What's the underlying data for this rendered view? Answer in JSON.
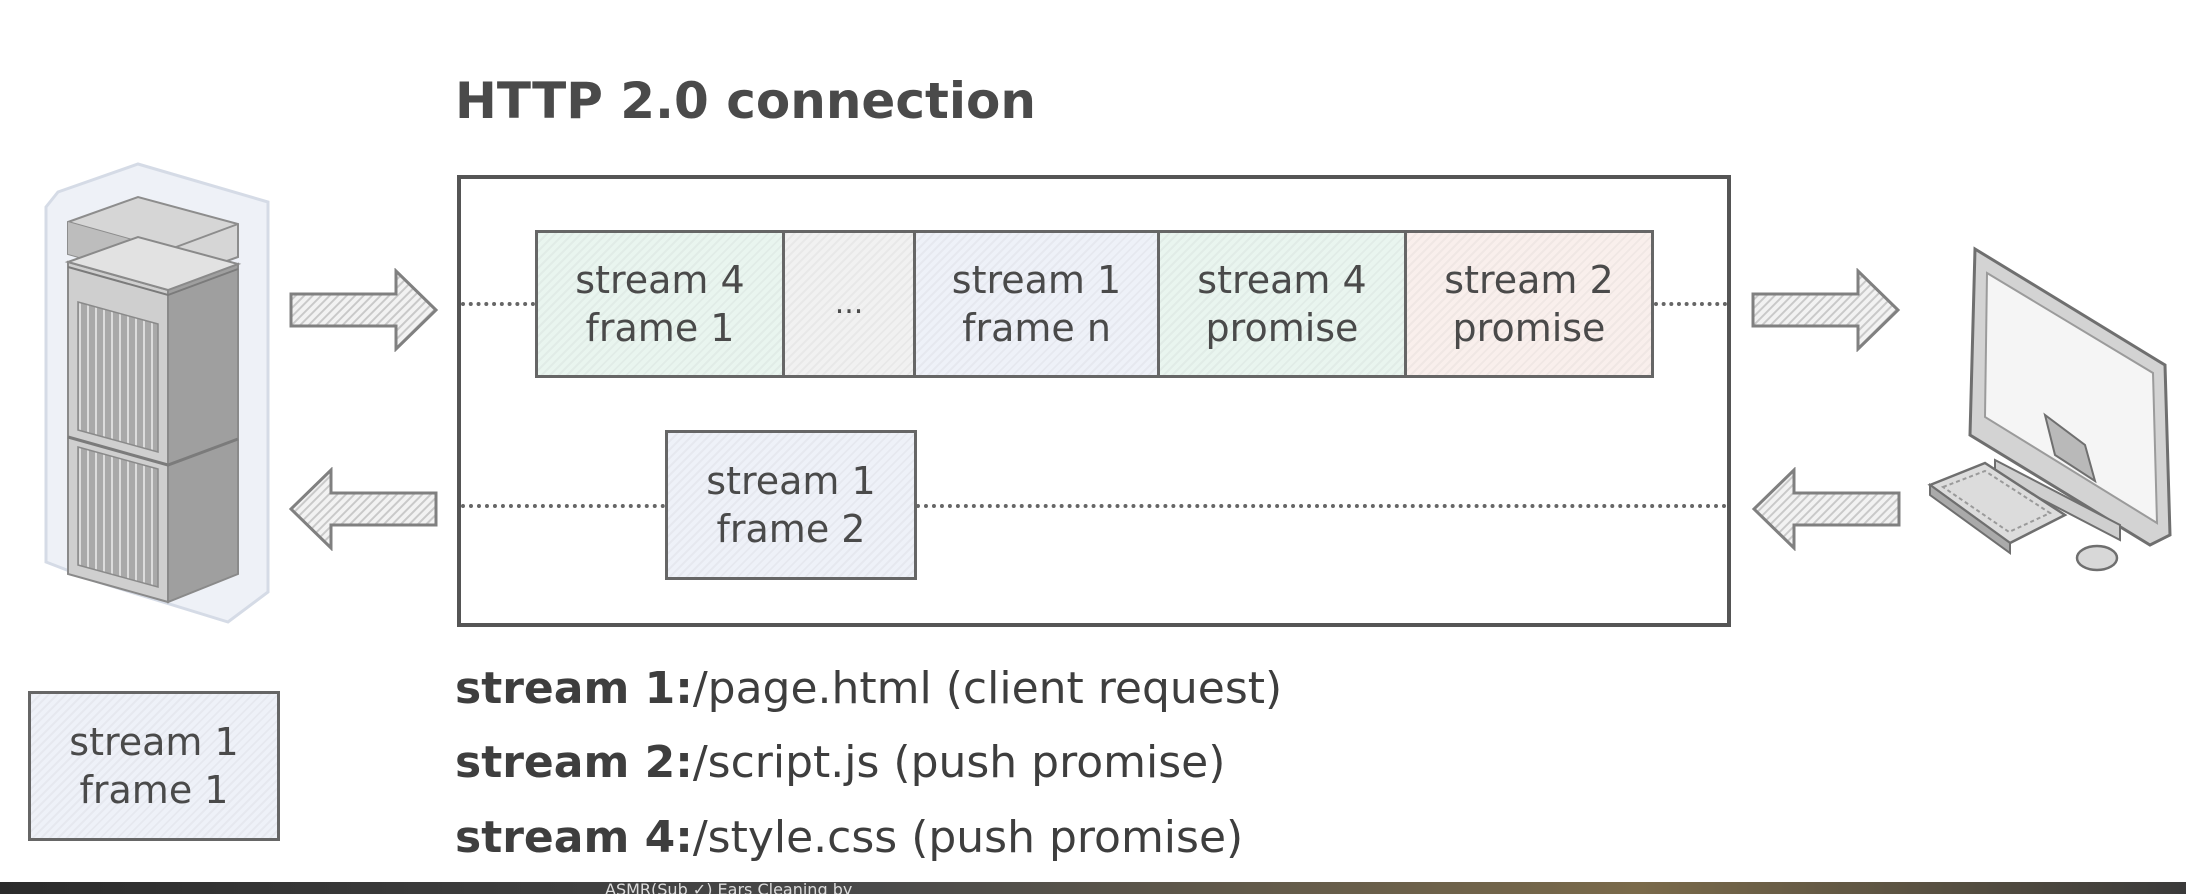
{
  "diagram": {
    "title": "HTTP 2.0 connection",
    "top_row_frames": [
      {
        "line1": "stream 4",
        "line2": "frame 1",
        "fill": "#e9f5ef"
      },
      {
        "line1": "...",
        "line2": "",
        "fill": "#f1f1f1"
      },
      {
        "line1": "stream 1",
        "line2": "frame n",
        "fill": "#eef1f8"
      },
      {
        "line1": "stream 4",
        "line2": "promise",
        "fill": "#e9f5ef"
      },
      {
        "line1": "stream 2",
        "line2": "promise",
        "fill": "#f9efec"
      }
    ],
    "bottom_row_frame": {
      "line1": "stream 1",
      "line2": "frame 2"
    },
    "left_frame": {
      "line1": "stream 1",
      "line2": "frame 1"
    },
    "legend": [
      {
        "stream": "stream 1:",
        "desc": "/page.html (client request)"
      },
      {
        "stream": "stream 2:",
        "desc": "/script.js (push promise)"
      },
      {
        "stream": "stream 4:",
        "desc": "/style.css (push promise)"
      }
    ],
    "server_icon": "server-rack-icon",
    "client_icon": "desktop-computer-icon",
    "arrow_color": "#ececec"
  },
  "footer_caption": "ASMR(Sub ✓) Ears Cleaning by"
}
